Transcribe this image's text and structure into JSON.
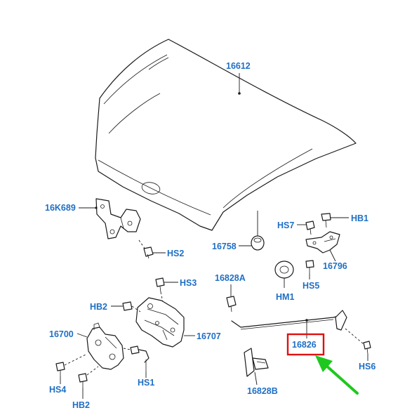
{
  "labels": {
    "hood": "16612",
    "hinge_left": "16K689",
    "hs2": "HS2",
    "bumper": "16758",
    "hs7": "HS7",
    "hb1_top": "HB1",
    "hinge_right": "16796",
    "hs5": "HS5",
    "grommet": "HM1",
    "hs3": "HS3",
    "clip_a": "16828A",
    "hb2_top": "HB2",
    "latch": "16700",
    "striker_bracket": "16707",
    "prop_rod": "16826",
    "hs6": "HS6",
    "hs4": "HS4",
    "hs1": "HS1",
    "hb2_bottom": "HB2",
    "clip_b": "16828B"
  },
  "colors": {
    "label": "#1f6fc5",
    "highlight_box": "#e01010",
    "arrow": "#1ec81e",
    "line": "#1a1a1a"
  }
}
